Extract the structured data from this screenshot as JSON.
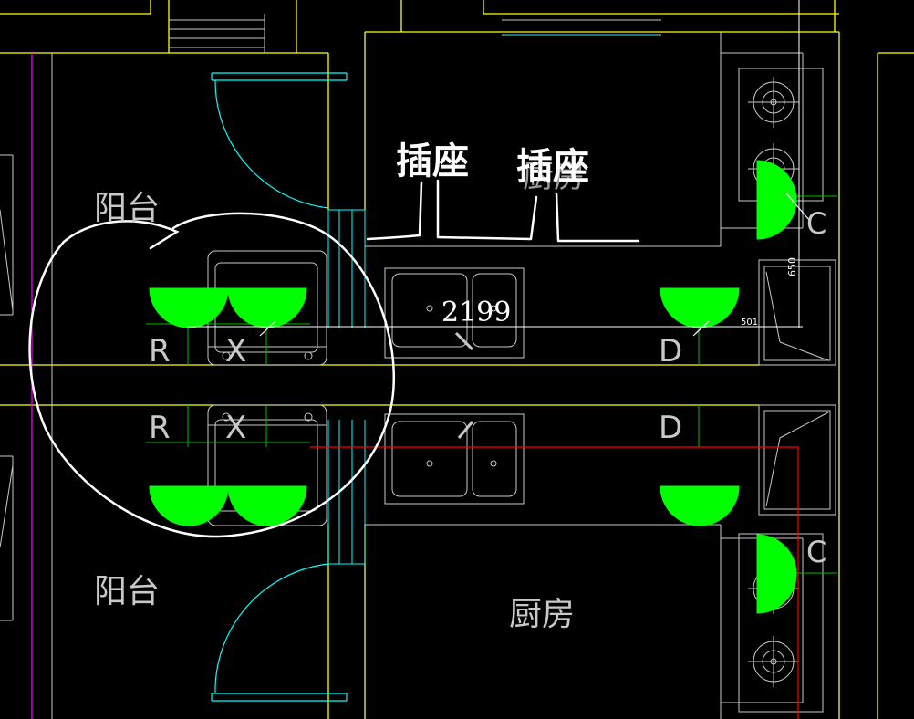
{
  "drawing": {
    "room_labels": {
      "balcony_top": "阳台",
      "balcony_bottom": "阳台",
      "kitchen_top": "厨房",
      "kitchen_bottom": "厨房"
    },
    "fixture_labels": {
      "r_top": "R",
      "x_top": "X",
      "d_top": "D",
      "r_bottom": "R",
      "x_bottom": "X",
      "d_bottom": "D",
      "c_top": "C",
      "c_bottom": "C"
    },
    "dimensions": {
      "vertical": "650",
      "horizontal": "501",
      "sink_mark": "2199"
    },
    "annotations": {
      "handwritten_left": "插座",
      "handwritten_right": "插座"
    }
  },
  "colors": {
    "background": "#000000",
    "wall": "#ffff00",
    "door": "#00ffff",
    "fixture_fill": "#00ff00",
    "line_gray": "#c8c8c8",
    "line_white": "#ffffff",
    "red_line": "#ff0000",
    "magenta_line": "#ff00ff",
    "green_line": "#00c000"
  }
}
